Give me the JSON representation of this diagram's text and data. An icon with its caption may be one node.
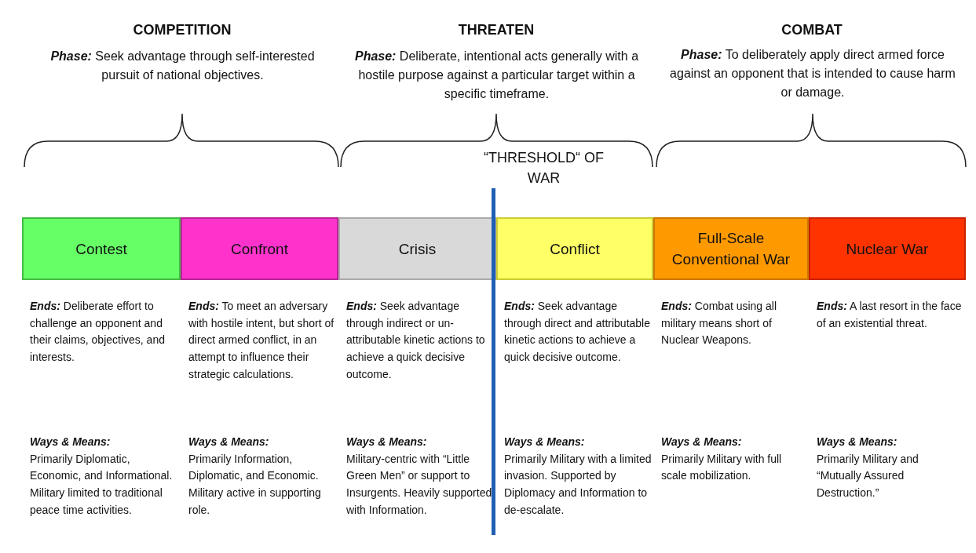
{
  "diagram": {
    "nodes": [
      {
        "text": [
          "Contest"
        ]
      },
      {
        "text": [
          "Confront"
        ]
      },
      {
        "text": [
          "Crisis"
        ]
      },
      {
        "text": [
          "Conflict"
        ]
      },
      {
        "text": [
          "Full-Scale Conventional War"
        ]
      },
      {
        "text": [
          "Nuclear War"
        ]
      }
    ],
    "labels": [
      "COMPETITION",
      "THREATEN",
      "COMBAT",
      "**Phase:** Seek advantage through self-interested pursuit of national objectives.",
      "**Phase:** Deliberate, intentional acts generally with a hostile purpose against a particular target within a specific timeframe.",
      "**Phase:** To deliberately apply direct armed force against an opponent that is intended to cause harm or damage.",
      "“THRESHOLD“ OF WAR",
      "**Ends:** Deliberate effort to challenge an opponent and their claims, objectives, and interests.",
      "**Ends:** To meet an adversary with hostile intent, but short of direct armed conflict, in an attempt to influence their strategic calculations.",
      "**Ends:** Seek advantage through indirect or un-attributable kinetic actions to achieve a quick decisive outcome.",
      "**Ends:** Seek advantage through direct and attributable kinetic actions to achieve a quick decisive outcome.",
      "**Ends:** Combat using all military means short of Nuclear Weapons.",
      "**Ends:** A last resort in the face of an existential threat.",
      "**Ways & Means:** Primarily Diplomatic, Economic, and Informational.  Military limited to traditional peace time activities.",
      "**Ways & Means:** Primarily Information, Diplomatic, and Economic.  Military active in supporting role.",
      "**Ways & Means:** Military-centric with “Little Green Men” or support to Insurgents. Heavily supported with Information.",
      "**Ways & Means:** Primarily Military with a limited invasion. Supported by Diplomacy and Information to de-escalate.",
      "**Ways & Means:** Primarily Military with full scale mobilization.",
      "**Ways & Means:** Primarily Military and “Mutually Assured Destruction.”"
    ]
  }
}
